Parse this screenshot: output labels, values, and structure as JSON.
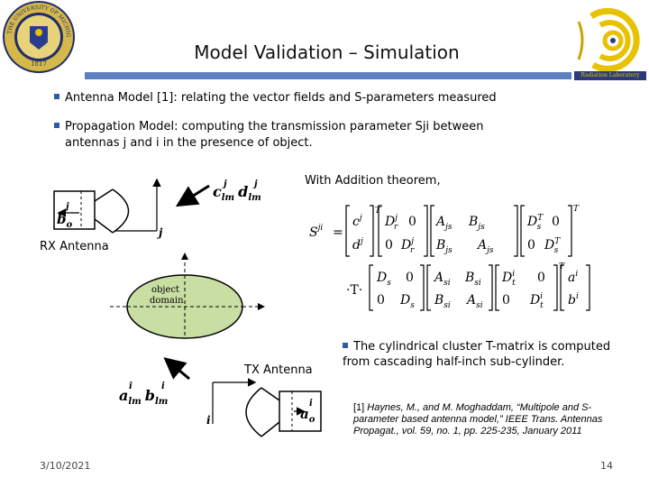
{
  "slide": {
    "title": "Model Validation – Simulation",
    "bullets": [
      "Antenna Model [1]: relating the vector fields and S-parameters measured",
      "Propagation Model: computing the transmission parameter Sji between",
      "antennas j and i in the presence of object."
    ],
    "addition_theorem": "With Addition theorem,",
    "rx_label": "RX Antenna",
    "tx_label": "TX Antenna",
    "tmatrix_note": "The cylindrical cluster T-matrix is computed from cascading half-inch sub-cylinder.",
    "reference_num": "[1]",
    "reference": "Haynes, M., and M. Moghaddam, “Multipole and S-parameter based antenna model,” IEEE Trans. Antennas Propagat., vol. 59, no. 1, pp. 225-235, January 2011",
    "date": "3/10/2021",
    "page": "14"
  },
  "seal": {
    "ring_text": "THE UNIVERSITY OF MICHIGAN",
    "year": "1817"
  },
  "lab_logo": {
    "caption": "Radiation Laboratory"
  },
  "diagram": {
    "object_label_1": "object",
    "object_label_2": "domain",
    "rx_port": "b",
    "rx_port_sub": "o",
    "rx_port_sup": "j",
    "rx_coef_c": "c",
    "rx_coef_d": "d",
    "rx_coef_sub": "lm",
    "rx_coef_sup": "j",
    "rx_axis": "j",
    "tx_port": "a",
    "tx_port_sub": "o",
    "tx_port_sup": "i",
    "tx_coef_a": "a",
    "tx_coef_b": "b",
    "tx_coef_sub": "lm",
    "tx_coef_sup": "i",
    "tx_axis": "i"
  },
  "equation": {
    "lhs": "S",
    "lhs_sup": "ji",
    "row1": {
      "c": "c",
      "c_sup": "j",
      "D": "D",
      "D_sub": "r",
      "D_sup": "j",
      "A": "A",
      "A_sub": "js",
      "B": "B",
      "B_sub": "js",
      "Ds": "D",
      "Ds_sub": "s",
      "Ds_sup": "T"
    },
    "row2": {
      "d": "d",
      "d_sup": "j",
      "D": "D",
      "D_sub": "r",
      "D_sup": "j",
      "B": "B",
      "B_sub": "js",
      "A": "A",
      "A_sub": "js",
      "Ds": "D",
      "Ds_sub": "s",
      "Ds_sup": "T"
    },
    "row3": {
      "D1": "D",
      "D1_sub": "s",
      "A": "A",
      "A_sub": "si",
      "B": "B",
      "B_sub": "si",
      "Dt": "D",
      "Dt_sub": "t",
      "Dt_sup": "i",
      "a": "a",
      "a_sup": "i"
    },
    "row4": {
      "D2": "D",
      "D2_sub": "s",
      "B": "B",
      "B_sub": "si",
      "A": "A",
      "A_sub": "si",
      "Dt": "D",
      "Dt_sub": "t",
      "Dt_sup": "i",
      "b": "b",
      "b_sup": "i"
    },
    "zero": "0",
    "T_sup": "T",
    "dot_T": "·T·",
    "equals": "="
  }
}
